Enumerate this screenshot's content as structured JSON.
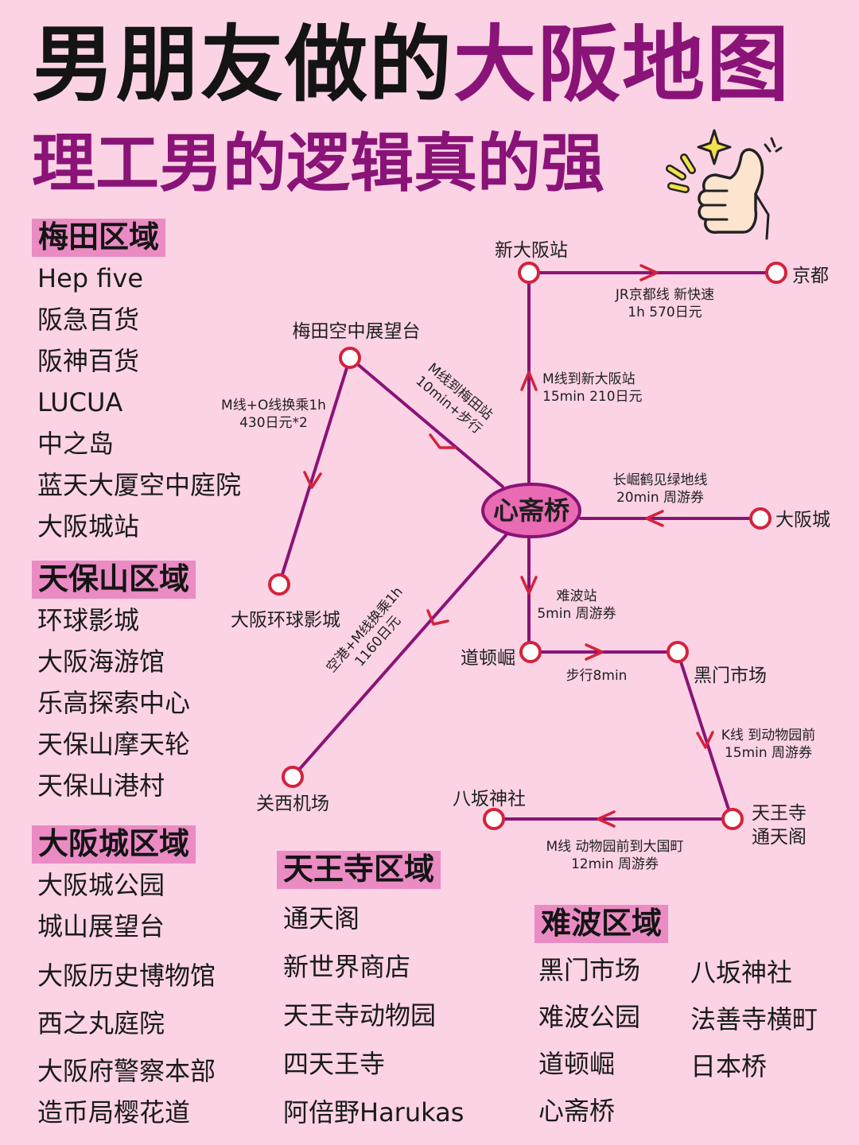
{
  "title": {
    "line1_dark": "男朋友做的",
    "line1_accent": "大阪地图",
    "line2": "理工男的逻辑真的强"
  },
  "colors": {
    "background": "#fbd3e4",
    "accent": "#8a1377",
    "label_highlight": "#ea8bc4",
    "route_line": "#8a1377",
    "arrow": "#d5223c",
    "station_ring": "#d5223c",
    "hub_fill": "#e96bb3"
  },
  "regions": {
    "umeda": {
      "title": "梅田区域",
      "items": [
        "Hep five",
        "阪急百货",
        "阪神百货",
        "LUCUA",
        "中之岛",
        "蓝天大厦空中庭院",
        "大阪城站"
      ]
    },
    "tempozan": {
      "title": "天保山区域",
      "items": [
        "环球影城",
        "大阪海游馆",
        "乐高探索中心",
        "天保山摩天轮",
        "天保山港村"
      ]
    },
    "osakajo": {
      "title": "大阪城区域",
      "items": [
        "大阪城公园",
        "城山展望台",
        "大阪历史博物馆",
        "西之丸庭院",
        "大阪府警察本部",
        "造币局樱花道"
      ]
    },
    "tennoji": {
      "title": "天王寺区域",
      "items": [
        "通天阁",
        "新世界商店",
        "天王寺动物园",
        "四天王寺",
        "阿倍野Harukas"
      ]
    },
    "namba": {
      "title": "难波区域",
      "col1": [
        "黑门市场",
        "难波公园",
        "道顿崛",
        "心斋桥"
      ],
      "col2": [
        "八坂神社",
        "法善寺横町",
        "日本桥"
      ]
    }
  },
  "map": {
    "hub": "心斋桥",
    "stations": {
      "shin_osaka": "新大阪站",
      "kyoto": "京都",
      "umeda_sky": "梅田空中展望台",
      "usj": "大阪环球影城",
      "osaka_castle": "大阪城",
      "dotonbori": "道顿崛",
      "kuromon": "黑门市场",
      "kansai_airport": "关西机场",
      "yasaka": "八坂神社",
      "tennoji_1": "天王寺",
      "tennoji_2": "通天阁"
    },
    "routes": {
      "jr_kyoto_1": "JR京都线 新快速",
      "jr_kyoto_2": "1h 570日元",
      "m_shin_1": "M线到新大阪站",
      "m_shin_2": "15min 210日元",
      "m_umeda_1": "M线到梅田站",
      "m_umeda_2": "10min+步行",
      "usj_1": "M线+O线换乘1h",
      "usj_2": "430日元*2",
      "nagahori_1": "长崛鹤见绿地线",
      "nagahori_2": "20min 周游券",
      "namba_1": "难波站",
      "namba_2": "5min 周游券",
      "walk": "步行8min",
      "airport_1": "空港+M线换乘1h",
      "airport_2": "1160日元",
      "k_line_1": "K线 到动物园前",
      "k_line_2": "15min 周游券",
      "m_zoo_1": "M线 动物园前到大国町",
      "m_zoo_2": "12min 周游券"
    }
  }
}
